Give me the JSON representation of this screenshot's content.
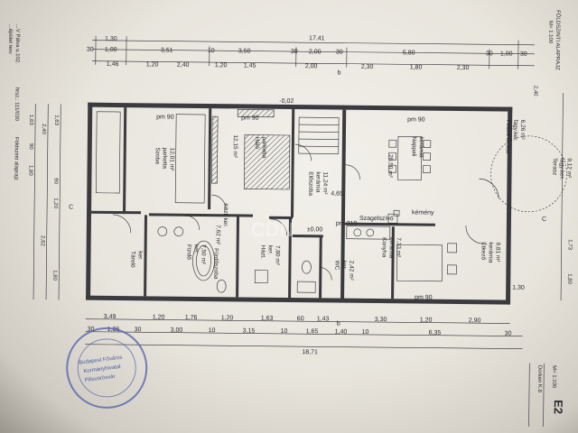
{
  "sheet": {
    "title_right": "FÖLDSZINTI ALAPRAJZ",
    "scale_right": "M= 1:100",
    "title_left": "Földszinti alaprajz",
    "scale_bottom": "M= 1:100",
    "sheet_no": "E2",
    "designer_partial": "Dorken K.8",
    "left_margin_lines": [
      "...épület terv",
      "...V Pálva u.102.",
      "hrsz.: 111/030"
    ]
  },
  "dims_top": {
    "overall": "17,41",
    "row1": [
      "1,30",
      "30",
      "1,00",
      "3,51",
      "10",
      "3,50",
      "30",
      "2,00",
      "30",
      "5,80",
      "30",
      "1,00",
      "30"
    ],
    "row2": [
      "1,46",
      "1,20",
      "2,40",
      "1,20",
      "1,45",
      "2,00",
      "2,30",
      "1,80",
      "2,30"
    ]
  },
  "dims_bottom": {
    "overall": "18,71",
    "row1": [
      "3,49",
      "1,20",
      "1,76",
      "1,20",
      "1,63",
      "60",
      "1,43",
      "3,30",
      "1,20",
      "2,90"
    ],
    "row2": [
      "30",
      "1,86",
      "30",
      "3,00",
      "10",
      "3,15",
      "10",
      "1,65",
      "1,40",
      "10",
      "6,35",
      "30"
    ]
  },
  "dims_left": [
    "1,63",
    "90",
    "1,80",
    "2,40",
    "1,63",
    "90",
    "1,20",
    "2,62",
    "1,80"
  ],
  "dims_right": [
    "2,40",
    "1,73",
    "1,80",
    "1,30"
  ],
  "rooms": [
    {
      "name": "Szoba",
      "floor": "parketta",
      "area": "12,01 m²"
    },
    {
      "name": "Háló",
      "floor": "parketta",
      "area": "12,15 m²"
    },
    {
      "name": "Előszoba",
      "floor": "kerámia",
      "area": "11,24 m²"
    },
    {
      "name": "Nappali",
      "floor": "kerámia",
      "area": "26,50 m²"
    },
    {
      "name": "Fedett terasz",
      "floor": "fagy.ker.",
      "area": "6,26 m²"
    },
    {
      "name": "Terasz",
      "floor": "fagy.ker.",
      "area": "9,12 m²"
    },
    {
      "name": "Közl. ker.",
      "floor": "",
      "area": "7,62 m²"
    },
    {
      "name": "Tároló",
      "floor": "ker.",
      "area": ""
    },
    {
      "name": "Fürdő",
      "floor": "ker.",
      "area": "7,50 m²"
    },
    {
      "name": "Fürdőszoba",
      "floor": "",
      "area": ""
    },
    {
      "name": "Házt.",
      "floor": "ker.",
      "area": "7,80 m²"
    },
    {
      "name": "Konyha",
      "floor": "kerámia",
      "area": "7,33 m²"
    },
    {
      "name": "Étkező",
      "floor": "kerámia",
      "area": "9,81 m²"
    },
    {
      "name": "WC",
      "floor": "ker.",
      "area": "2,42 m²"
    }
  ],
  "labels": {
    "pm90": "pm 90",
    "pm210": "pm 210",
    "chimney": "kémény",
    "fan": "Szagelszívó",
    "elev_top": "4,65",
    "level": "±0,00",
    "level_neg": "-0,02",
    "b": "b",
    "c": "C"
  },
  "stamp": {
    "line1": "Budapest Főváros",
    "line2": "Kormányhivatal",
    "line3": "Pilisvörösvár"
  },
  "watermark": "CDN"
}
